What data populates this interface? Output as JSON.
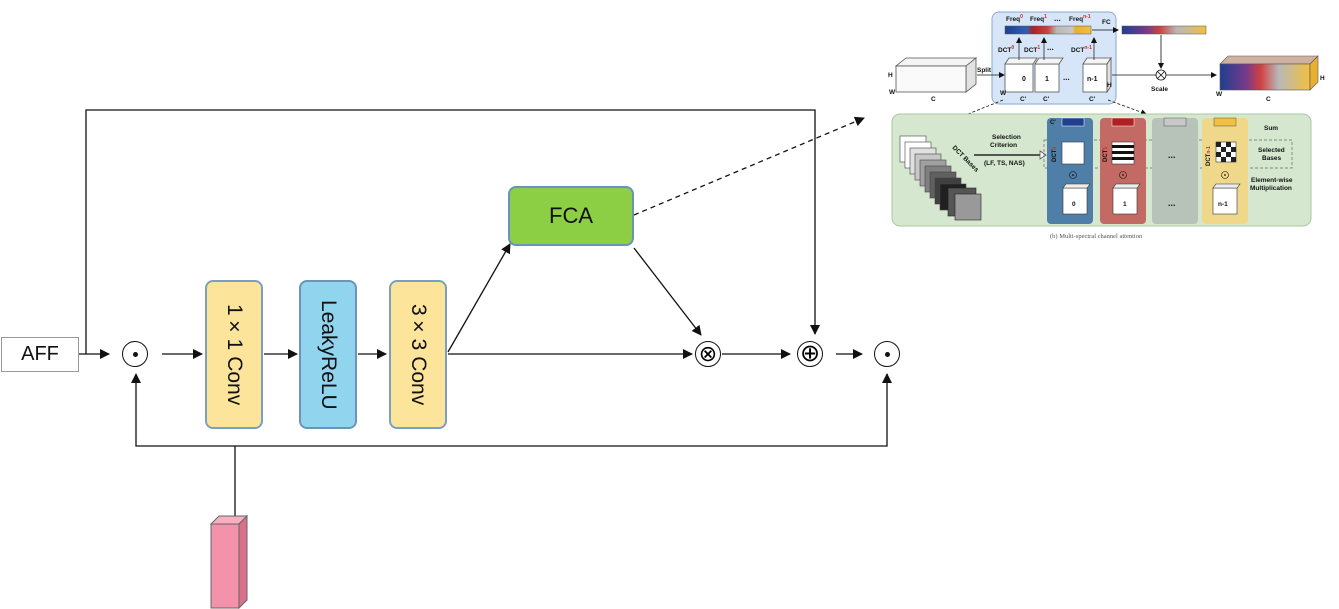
{
  "nodes": {
    "aff": "AFF",
    "conv1": "1×1 Conv",
    "leaky": "LeakyReLU",
    "conv3": "3×3 Conv",
    "fca": "FCA"
  },
  "ops": {
    "hadamard": "⊙",
    "multiply": "⊗",
    "add": "⊕"
  },
  "inset": {
    "freq0": "Freq",
    "freq0_sup": "0",
    "freq1": "Freq",
    "freq1_sup": "1",
    "freqn": "Freq",
    "freqn_sup": "n-1",
    "fc": "FC",
    "dct0": "DCT",
    "dct0_sup": "0",
    "dct1": "DCT",
    "dct1_sup": "1",
    "dctn": "DCT",
    "dctn_sup": "n-1",
    "split": "Split",
    "scale": "Scale",
    "H": "H",
    "W": "W",
    "C": "C",
    "Cp": "C'",
    "cube0": "0",
    "cube1": "1",
    "cuben": "n-1",
    "ellipsis": "...",
    "selection_title": "Selection",
    "selection_sub": "Criterion",
    "selection_opts": "(LF, TS, NAS)",
    "dct_bases": "DCT Bases",
    "sum": "Sum",
    "selected1": "Selected",
    "selected2": "Bases",
    "elementwise1": "Element-wise",
    "elementwise2": "Multiplication",
    "caption": "(b) Multi-spectral channel attention"
  },
  "colors": {
    "yellow": "#fde49b",
    "blue": "#91d4ee",
    "green": "#8ccf45",
    "pink": "#f492ac"
  }
}
